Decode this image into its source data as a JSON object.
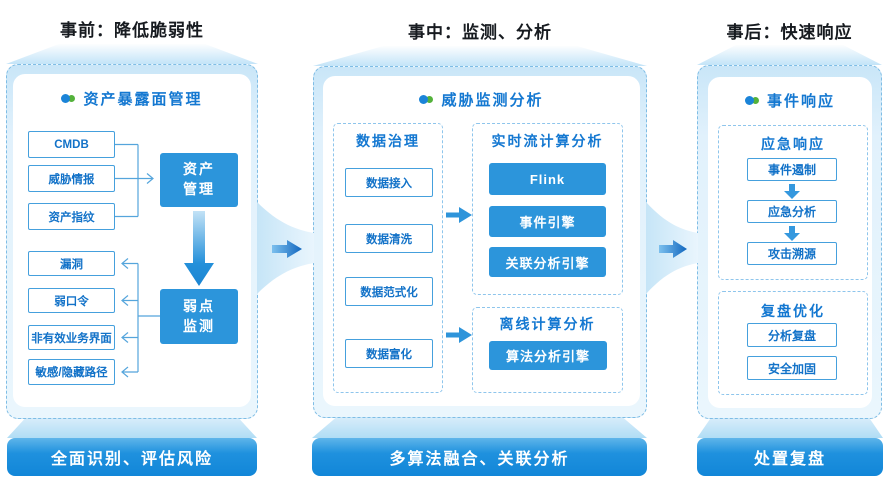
{
  "stage1": {
    "title": "事前：降低脆弱性",
    "card_title": "资产暴露面管理",
    "sources": [
      "CMDB",
      "威胁情报",
      "资产指纹"
    ],
    "asset_mgmt": {
      "line1": "资产",
      "line2": "管理"
    },
    "weak_monitor": {
      "line1": "弱点",
      "line2": "监测"
    },
    "weak_items": [
      "漏洞",
      "弱口令",
      "非有效业务界面",
      "敏感/隐藏路径"
    ],
    "banner": "全面识别、评估风险"
  },
  "stage2": {
    "title": "事中：监测、分析",
    "card_title": "威胁监测分析",
    "governance": {
      "title": "数据治理",
      "items": [
        "数据接入",
        "数据清洗",
        "数据范式化",
        "数据富化"
      ]
    },
    "realtime": {
      "title": "实时流计算分析",
      "engines": [
        "Flink",
        "事件引擎",
        "关联分析引擎"
      ]
    },
    "offline": {
      "title": "离线计算分析",
      "engines": [
        "算法分析引擎"
      ]
    },
    "banner": "多算法融合、关联分析"
  },
  "stage3": {
    "title": "事后：快速响应",
    "card_title": "事件响应",
    "emergency": {
      "title": "应急响应",
      "steps": [
        "事件遏制",
        "应急分析",
        "攻击溯源"
      ]
    },
    "review": {
      "title": "复盘优化",
      "items": [
        "分析复盘",
        "安全加固"
      ]
    },
    "banner": "处置复盘"
  },
  "colors": {
    "primary_blue": "#2c95db",
    "accent_green": "#54b23b",
    "text_blue": "#1478d1",
    "title_dark": "#171b20",
    "panel_fill": "#e1f1fc",
    "dash_border": "#7fbde5"
  }
}
